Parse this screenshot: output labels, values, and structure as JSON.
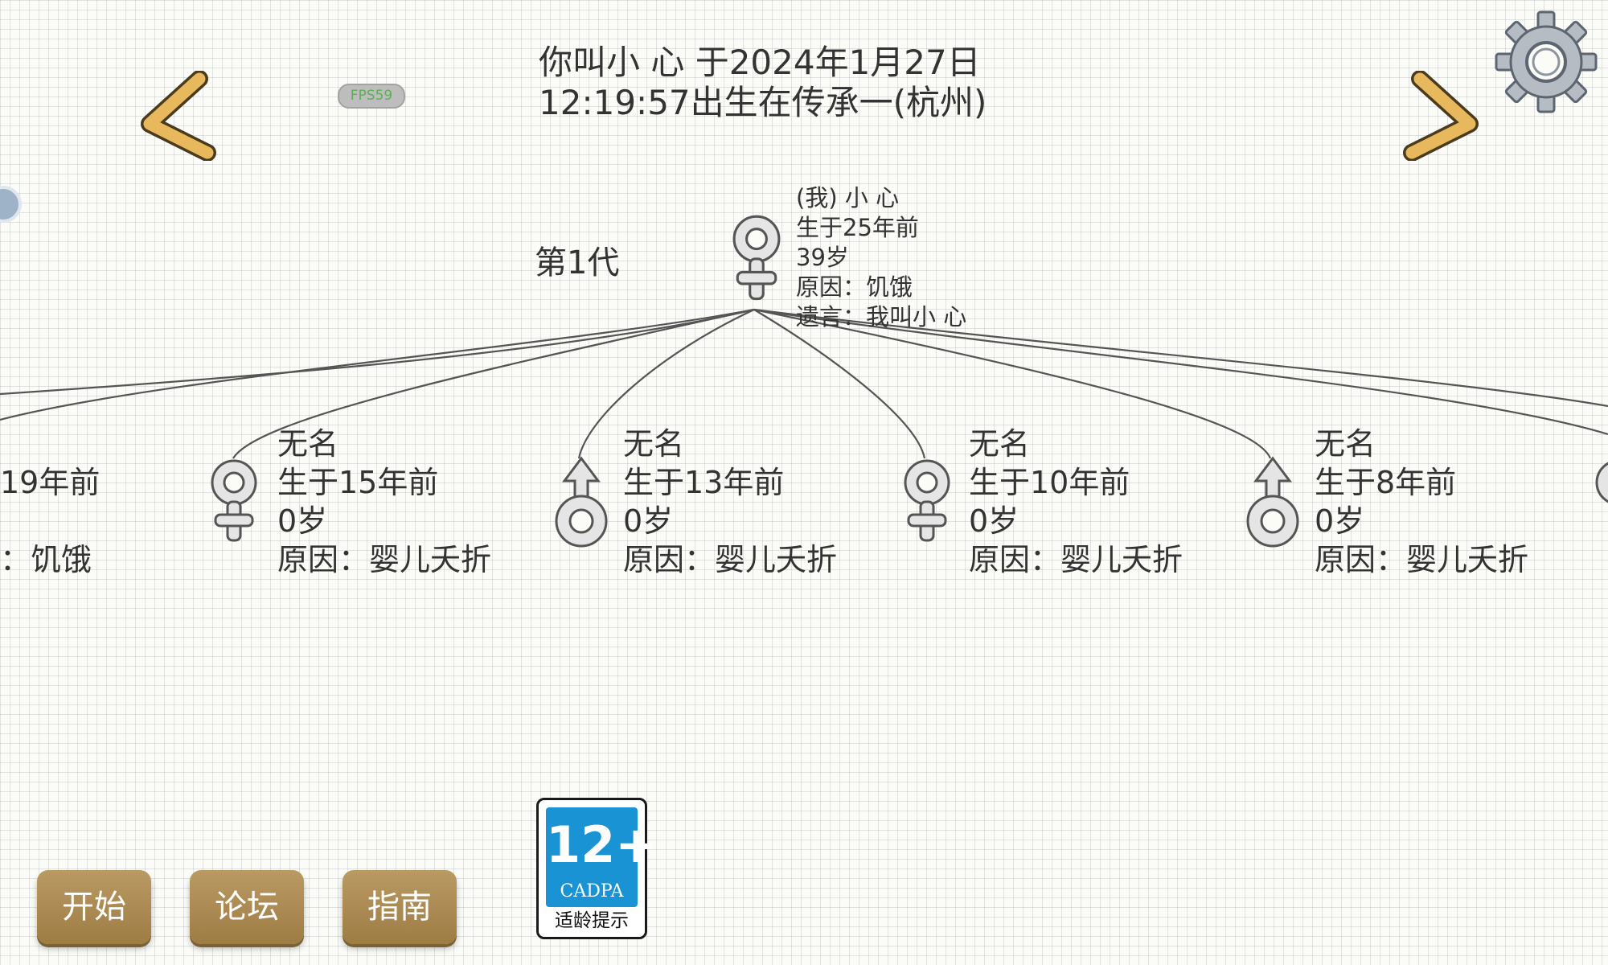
{
  "header": {
    "line1": "你叫小 心 于2024年1月27日",
    "line2": "12:19:57出生在传承一(杭州)",
    "fps": "FPS59"
  },
  "generation_label": "第1代",
  "self": {
    "gender": "female",
    "name": "(我) 小 心",
    "born": "生于25年前",
    "age": "39岁",
    "cause": "原因：饥饿",
    "will": "遗言：我叫小 心"
  },
  "left_partial": {
    "born": "19年前",
    "cause": "：饥饿"
  },
  "children": [
    {
      "gender": "female",
      "name": "无名",
      "born": "生于15年前",
      "age": "0岁",
      "cause": "原因：婴儿夭折"
    },
    {
      "gender": "male",
      "name": "无名",
      "born": "生于13年前",
      "age": "0岁",
      "cause": "原因：婴儿夭折"
    },
    {
      "gender": "female",
      "name": "无名",
      "born": "生于10年前",
      "age": "0岁",
      "cause": "原因：婴儿夭折"
    },
    {
      "gender": "male",
      "name": "无名",
      "born": "生于8年前",
      "age": "0岁",
      "cause": "原因：婴儿夭折"
    }
  ],
  "buttons": {
    "start": "开始",
    "forum": "论坛",
    "guide": "指南"
  },
  "age_rating": {
    "age": "12+",
    "org": "CADPA",
    "note": "适龄提示"
  },
  "icons": {
    "prev": "left-arrow-icon",
    "next": "right-arrow-icon",
    "settings": "gear-icon"
  },
  "colors": {
    "button": "#a8874f",
    "rating_blue": "#1a93d5",
    "fps_text": "#5fae56"
  }
}
